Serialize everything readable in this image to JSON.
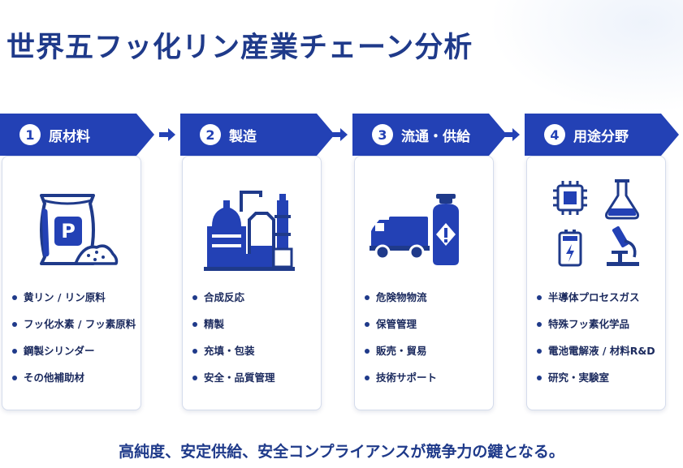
{
  "title": "世界五フッ化リン産業チェーン分析",
  "steps": [
    {
      "number": "1",
      "title": "原材料",
      "icon_label": "P",
      "items": [
        "黄リン / リン原料",
        "フッ化水素 / フッ素原料",
        "鋼製シリンダー",
        "その他補助材"
      ]
    },
    {
      "number": "2",
      "title": "製造",
      "items": [
        "合成反応",
        "精製",
        "充填・包装",
        "安全・品質管理"
      ]
    },
    {
      "number": "3",
      "title": "流通・供給",
      "items": [
        "危険物物流",
        "保管管理",
        "販売・貿易",
        "技術サポート"
      ]
    },
    {
      "number": "4",
      "title": "用途分野",
      "items": [
        "半導体プロセスガス",
        "特殊フッ素化学品",
        "電池電解液 / 材料R&D",
        "研究・実験室"
      ]
    }
  ],
  "footer": "高純度、安定供給、安全コンプライアンスが競争力の鍵となる。",
  "colors": {
    "primary": "#2341b5",
    "text": "#1b2a5e",
    "card_border": "#d5dcec"
  },
  "icons": [
    "raw-material-sack-icon",
    "chemical-plant-icon",
    "truck-icon",
    "gas-cylinder-icon",
    "chip-icon",
    "flask-icon",
    "battery-icon",
    "microscope-icon",
    "arrow-right-icon"
  ]
}
